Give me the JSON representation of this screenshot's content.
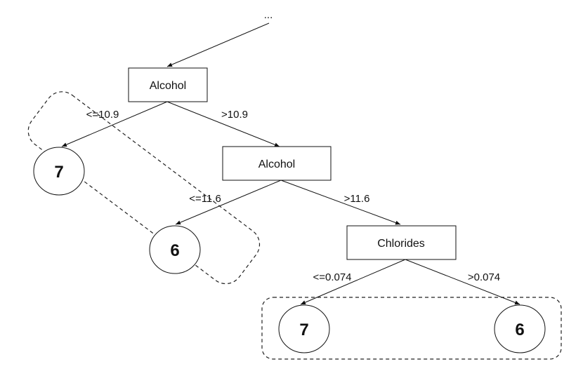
{
  "diagram": {
    "ellipsis": "...",
    "nodes": {
      "alcohol_1": "Alcohol",
      "alcohol_2": "Alcohol",
      "chlorides": "Chlorides"
    },
    "leaves": {
      "leaf_a": "7",
      "leaf_b": "6",
      "leaf_c": "7",
      "leaf_d": "6"
    },
    "edges": {
      "e1_left": "<=10.9",
      "e1_right": ">10.9",
      "e2_left": "<=11.6",
      "e2_right": ">11.6",
      "e3_left": "<=0.074",
      "e3_right": ">0.074"
    }
  }
}
